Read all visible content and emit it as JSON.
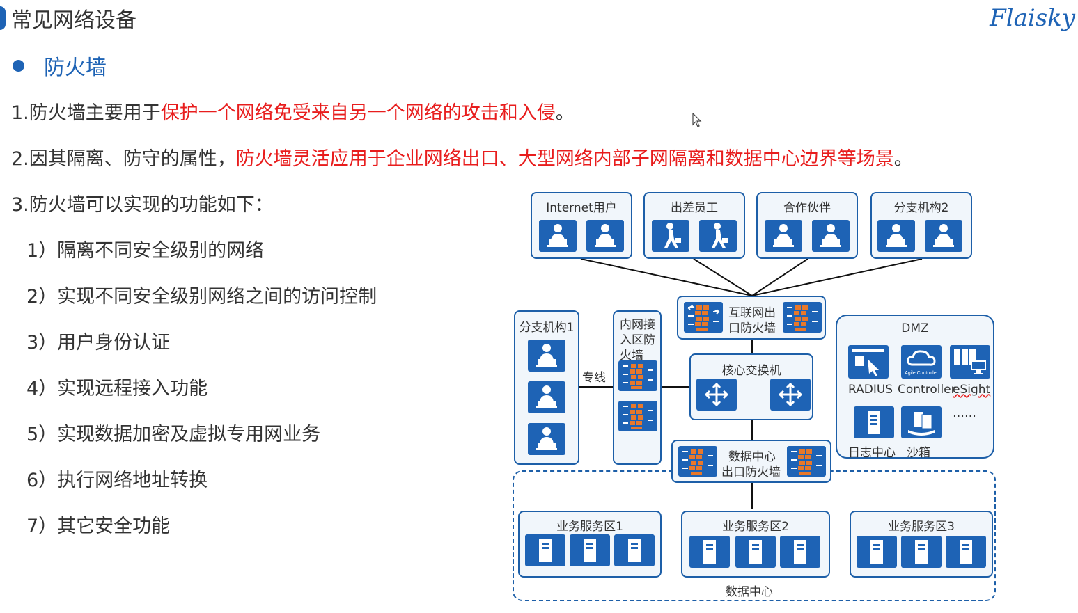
{
  "header": {
    "title": "常见网络设备",
    "brand": "Flaisky"
  },
  "section": {
    "heading": "防火墙"
  },
  "paragraphs": {
    "p1_prefix": "1.防火墙主要用于",
    "p1_red": "保护一个网络免受来自另一个网络的攻击和入侵",
    "p1_suffix": "。",
    "p2_prefix": "2.因其隔离、防守的属性，",
    "p2_red": "防火墙灵活应用于企业网络出口、大型网络内部子网隔离和数据中心边界等场景",
    "p2_suffix": "。",
    "p3": "3.防火墙可以实现的功能如下："
  },
  "functions": [
    "1）隔离不同安全级别的网络",
    "2）实现不同安全级别网络之间的访问控制",
    "3）用户身份认证",
    "4）实现远程接入功能",
    "5）实现数据加密及虚拟专用网业务",
    "6）执行网络地址转换",
    "7）其它安全功能"
  ],
  "diagram": {
    "groups_top": [
      "Internet用户",
      "出差员工",
      "合作伙伴",
      "分支机构2"
    ],
    "branch1": "分支机构1",
    "leased_line": "专线",
    "intranet_fw": "内网接入区防火墙",
    "intranet_fw_lines": [
      "内网接",
      "入区防",
      "火墙"
    ],
    "internet_fw_lines": [
      "互联网出",
      "口防火墙"
    ],
    "core_switch": "核心交换机",
    "dc_fw_lines": [
      "数据中心",
      "出口防火墙"
    ],
    "dmz": {
      "title": "DMZ",
      "labels_row1": [
        "RADIUS",
        "Controller",
        "eSight"
      ],
      "agile_text": "Agile Controller",
      "ellipsis": "……",
      "labels_row2": [
        "日志中心",
        "沙箱"
      ]
    },
    "zones": [
      "业务服务区1",
      "业务服务区2",
      "业务服务区3"
    ],
    "datacenter": "数据中心"
  },
  "colors": {
    "accent": "#1e63b5",
    "highlight": "#e81d1d",
    "firewall_brick": "#e8782a"
  }
}
